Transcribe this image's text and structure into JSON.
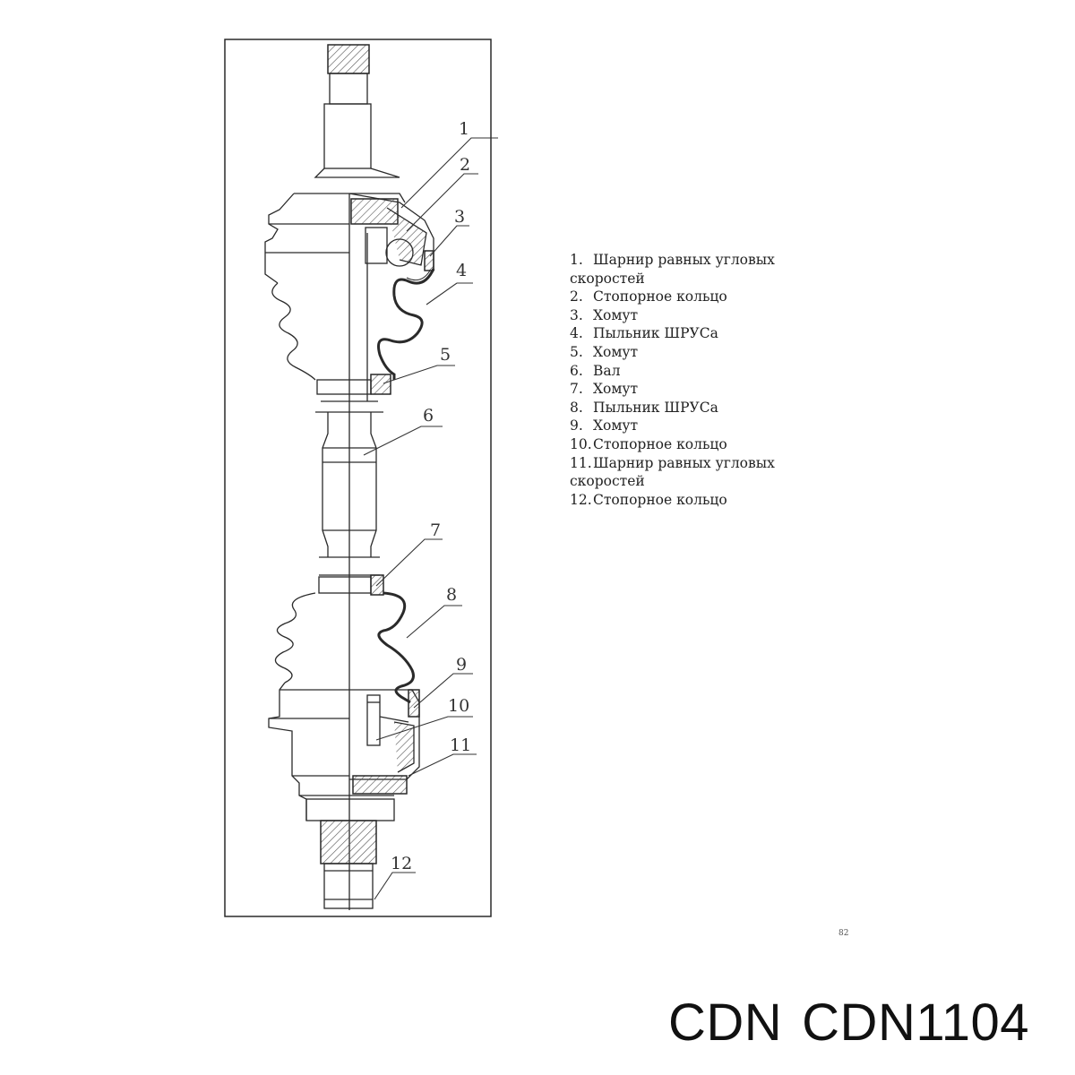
{
  "callouts": [
    {
      "number": "1"
    },
    {
      "number": "2"
    },
    {
      "number": "3"
    },
    {
      "number": "4"
    },
    {
      "number": "5"
    },
    {
      "number": "6"
    },
    {
      "number": "7"
    },
    {
      "number": "8"
    },
    {
      "number": "9"
    },
    {
      "number": "10"
    },
    {
      "number": "11"
    },
    {
      "number": "12"
    }
  ],
  "legend": [
    {
      "num": "1.",
      "text": "Шарнир равных угловых скоростей"
    },
    {
      "num": "2.",
      "text": "Стопорное кольцо"
    },
    {
      "num": "3.",
      "text": "Хомут"
    },
    {
      "num": "4.",
      "text": "Пыльник ШРУСа"
    },
    {
      "num": "5.",
      "text": "Хомут"
    },
    {
      "num": "6.",
      "text": "Вал"
    },
    {
      "num": "7.",
      "text": "Хомут"
    },
    {
      "num": "8.",
      "text": "Пыльник ШРУСа"
    },
    {
      "num": "9.",
      "text": "Хомут"
    },
    {
      "num": "10.",
      "text": "Стопорное кольцо"
    },
    {
      "num": "11.",
      "text": "Шарнир равных угловых скоростей"
    },
    {
      "num": "12.",
      "text": "Стопорное кольцо"
    }
  ],
  "page_number": "82",
  "brand": "CDN",
  "part_number": "CDN1104",
  "colors": {
    "line": "#2a2a2a",
    "hatch": "#555555",
    "text": "#222222"
  }
}
